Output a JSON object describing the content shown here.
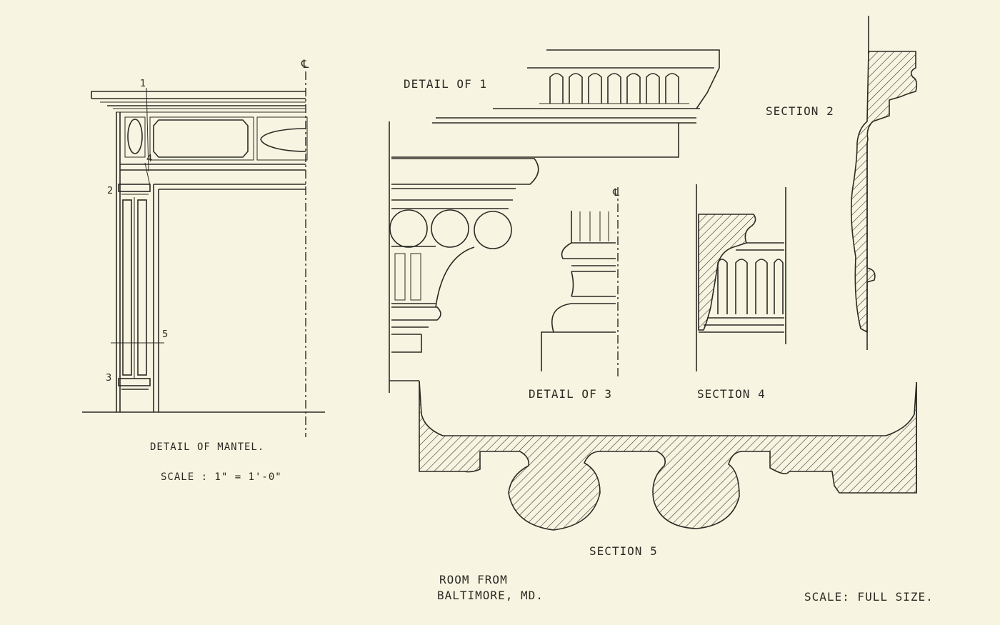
{
  "labels": {
    "detail_of_1": "DETAIL OF 1",
    "section_2": "SECTION 2",
    "detail_of_3": "DETAIL OF 3",
    "section_4": "SECTION 4",
    "section_5": "SECTION 5",
    "detail_of_mantel": "DETAIL OF MANTEL.",
    "scale_mantel": "SCALE : 1\" = 1'-0\"",
    "room_from_line1": "ROOM FROM",
    "room_from_line2": "BALTIMORE, MD.",
    "scale_full": "SCALE: FULL SIZE."
  },
  "callouts": {
    "n1": "1",
    "n2": "2",
    "n3": "3",
    "n4": "4",
    "n5": "5",
    "centerline_symbol": "℄"
  },
  "colors": {
    "paper": "#f7f5e1",
    "ink": "#2b2a24"
  }
}
